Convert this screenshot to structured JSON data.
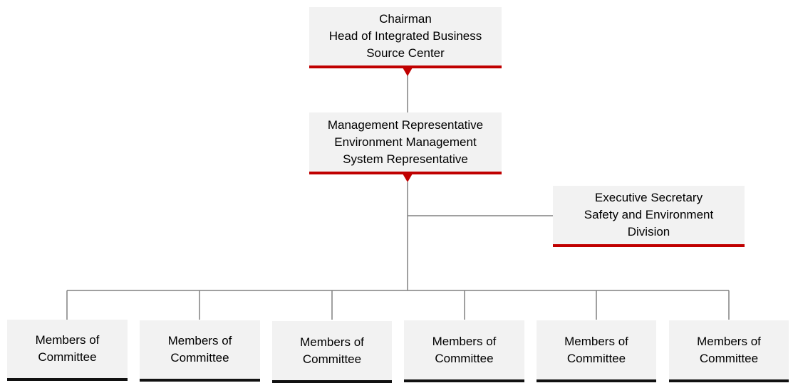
{
  "chairman": {
    "lines": [
      "Chairman",
      "Head of Integrated Business",
      "Source Center"
    ]
  },
  "management_rep": {
    "lines": [
      "Management Representative",
      "Environment Management",
      "System Representative"
    ]
  },
  "executive_secretary": {
    "lines": [
      "Executive Secretary",
      "Safety and Environment",
      "Division"
    ]
  },
  "members": [
    {
      "lines": [
        "Members of",
        "Committee"
      ]
    },
    {
      "lines": [
        "Members of",
        "Committee"
      ]
    },
    {
      "lines": [
        "Members of",
        "Committee"
      ]
    },
    {
      "lines": [
        "Members of",
        "Committee"
      ]
    },
    {
      "lines": [
        "Members of",
        "Committee"
      ]
    },
    {
      "lines": [
        "Members of",
        "Committee"
      ]
    }
  ],
  "colors": {
    "accent": "#c00000",
    "box": "#f2f2f2",
    "connector": "#808080",
    "member_underline": "#111111"
  }
}
